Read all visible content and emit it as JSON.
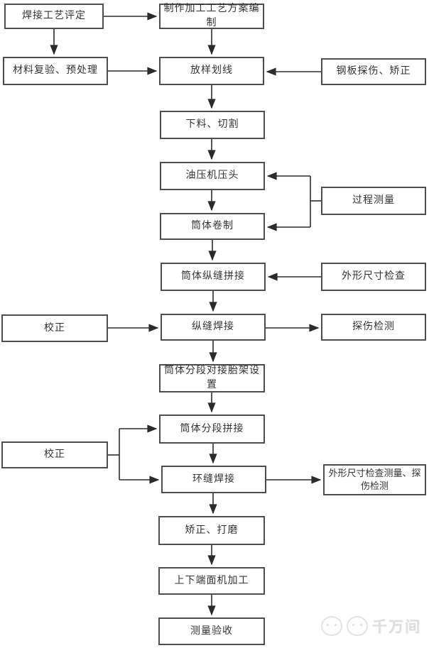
{
  "diagram": {
    "type": "flowchart",
    "language": "zh-CN",
    "subject": "筒体制作加工工艺流程图 (cylinder fabrication process flow)",
    "nodes": {
      "n1": {
        "label": "焊接工艺评定"
      },
      "n2": {
        "label": "制作加工工艺方案编制"
      },
      "n3": {
        "label": "材料复验、预处理"
      },
      "n4": {
        "label": "放样划线"
      },
      "n5": {
        "label": "钢板探伤、矫正"
      },
      "n6": {
        "label": "下料、切割"
      },
      "n7": {
        "label": "油压机压头"
      },
      "n8": {
        "label": "过程测量"
      },
      "n9": {
        "label": "筒体卷制"
      },
      "n10": {
        "label": "筒体纵缝拼接"
      },
      "n11": {
        "label": "外形尺寸检查"
      },
      "n12": {
        "label": "校正"
      },
      "n13": {
        "label": "纵缝焊接"
      },
      "n14": {
        "label": "探伤检测"
      },
      "n15": {
        "label": "筒体分段对接胎架设置"
      },
      "n16": {
        "label": "筒体分段拼接"
      },
      "n17": {
        "label": "校正"
      },
      "n18": {
        "label": "环缝焊接"
      },
      "n19": {
        "label": "外形尺寸检查测量、探伤检测"
      },
      "n20": {
        "label": "矫正、打磨"
      },
      "n21": {
        "label": "上下端面机加工"
      },
      "n22": {
        "label": "测量验收"
      }
    },
    "edges": [
      {
        "from": "n1",
        "to": "n2"
      },
      {
        "from": "n1",
        "to": "n3"
      },
      {
        "from": "n2",
        "to": "n4"
      },
      {
        "from": "n3",
        "to": "n4"
      },
      {
        "from": "n5",
        "to": "n4"
      },
      {
        "from": "n4",
        "to": "n6"
      },
      {
        "from": "n6",
        "to": "n7"
      },
      {
        "from": "n8",
        "to": "n7"
      },
      {
        "from": "n8",
        "to": "n9"
      },
      {
        "from": "n7",
        "to": "n9"
      },
      {
        "from": "n9",
        "to": "n10"
      },
      {
        "from": "n11",
        "to": "n10"
      },
      {
        "from": "n10",
        "to": "n13"
      },
      {
        "from": "n12",
        "to": "n13"
      },
      {
        "from": "n13",
        "to": "n14"
      },
      {
        "from": "n13",
        "to": "n15"
      },
      {
        "from": "n15",
        "to": "n16"
      },
      {
        "from": "n17",
        "to": "n16"
      },
      {
        "from": "n17",
        "to": "n18"
      },
      {
        "from": "n16",
        "to": "n18"
      },
      {
        "from": "n18",
        "to": "n19"
      },
      {
        "from": "n18",
        "to": "n20"
      },
      {
        "from": "n20",
        "to": "n21"
      },
      {
        "from": "n21",
        "to": "n22"
      }
    ],
    "colors": {
      "background": "#ffffff",
      "box_border": "#4d4d4d",
      "text": "#333333",
      "line": "#2b2b2b",
      "watermark": "#dedede"
    },
    "watermark": {
      "text": "千万间"
    }
  }
}
